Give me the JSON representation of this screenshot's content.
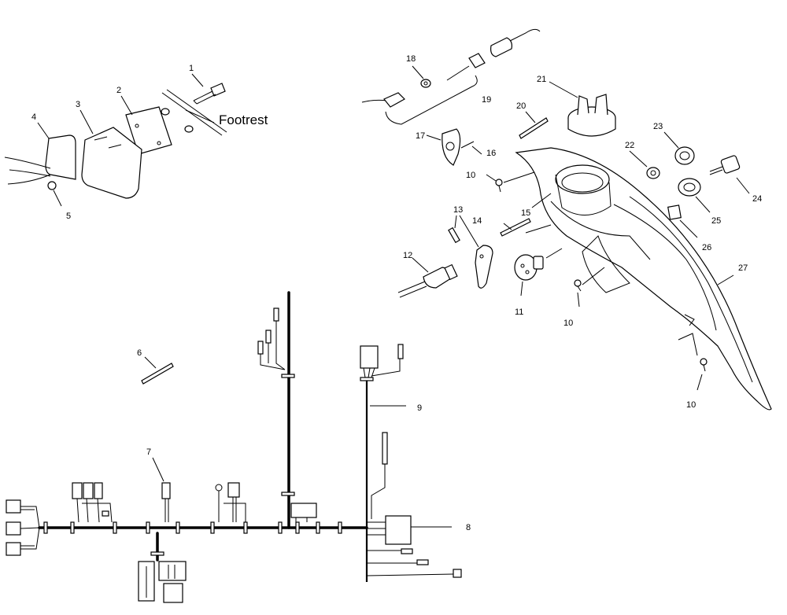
{
  "labels": {
    "footrest": "Footrest",
    "callouts": {
      "c1": "1",
      "c2": "2",
      "c3": "3",
      "c4": "4",
      "c5": "5",
      "c6": "6",
      "c7": "7",
      "c8": "8",
      "c9": "9",
      "c10a": "10",
      "c10b": "10",
      "c10c": "10",
      "c11": "11",
      "c12": "12",
      "c13": "13",
      "c14": "14",
      "c15": "15",
      "c16": "16",
      "c17": "17",
      "c18": "18",
      "c19": "19",
      "c20": "20",
      "c21": "21",
      "c22": "22",
      "c23": "23",
      "c24": "24",
      "c25": "25",
      "c26": "26",
      "c27": "27"
    }
  }
}
